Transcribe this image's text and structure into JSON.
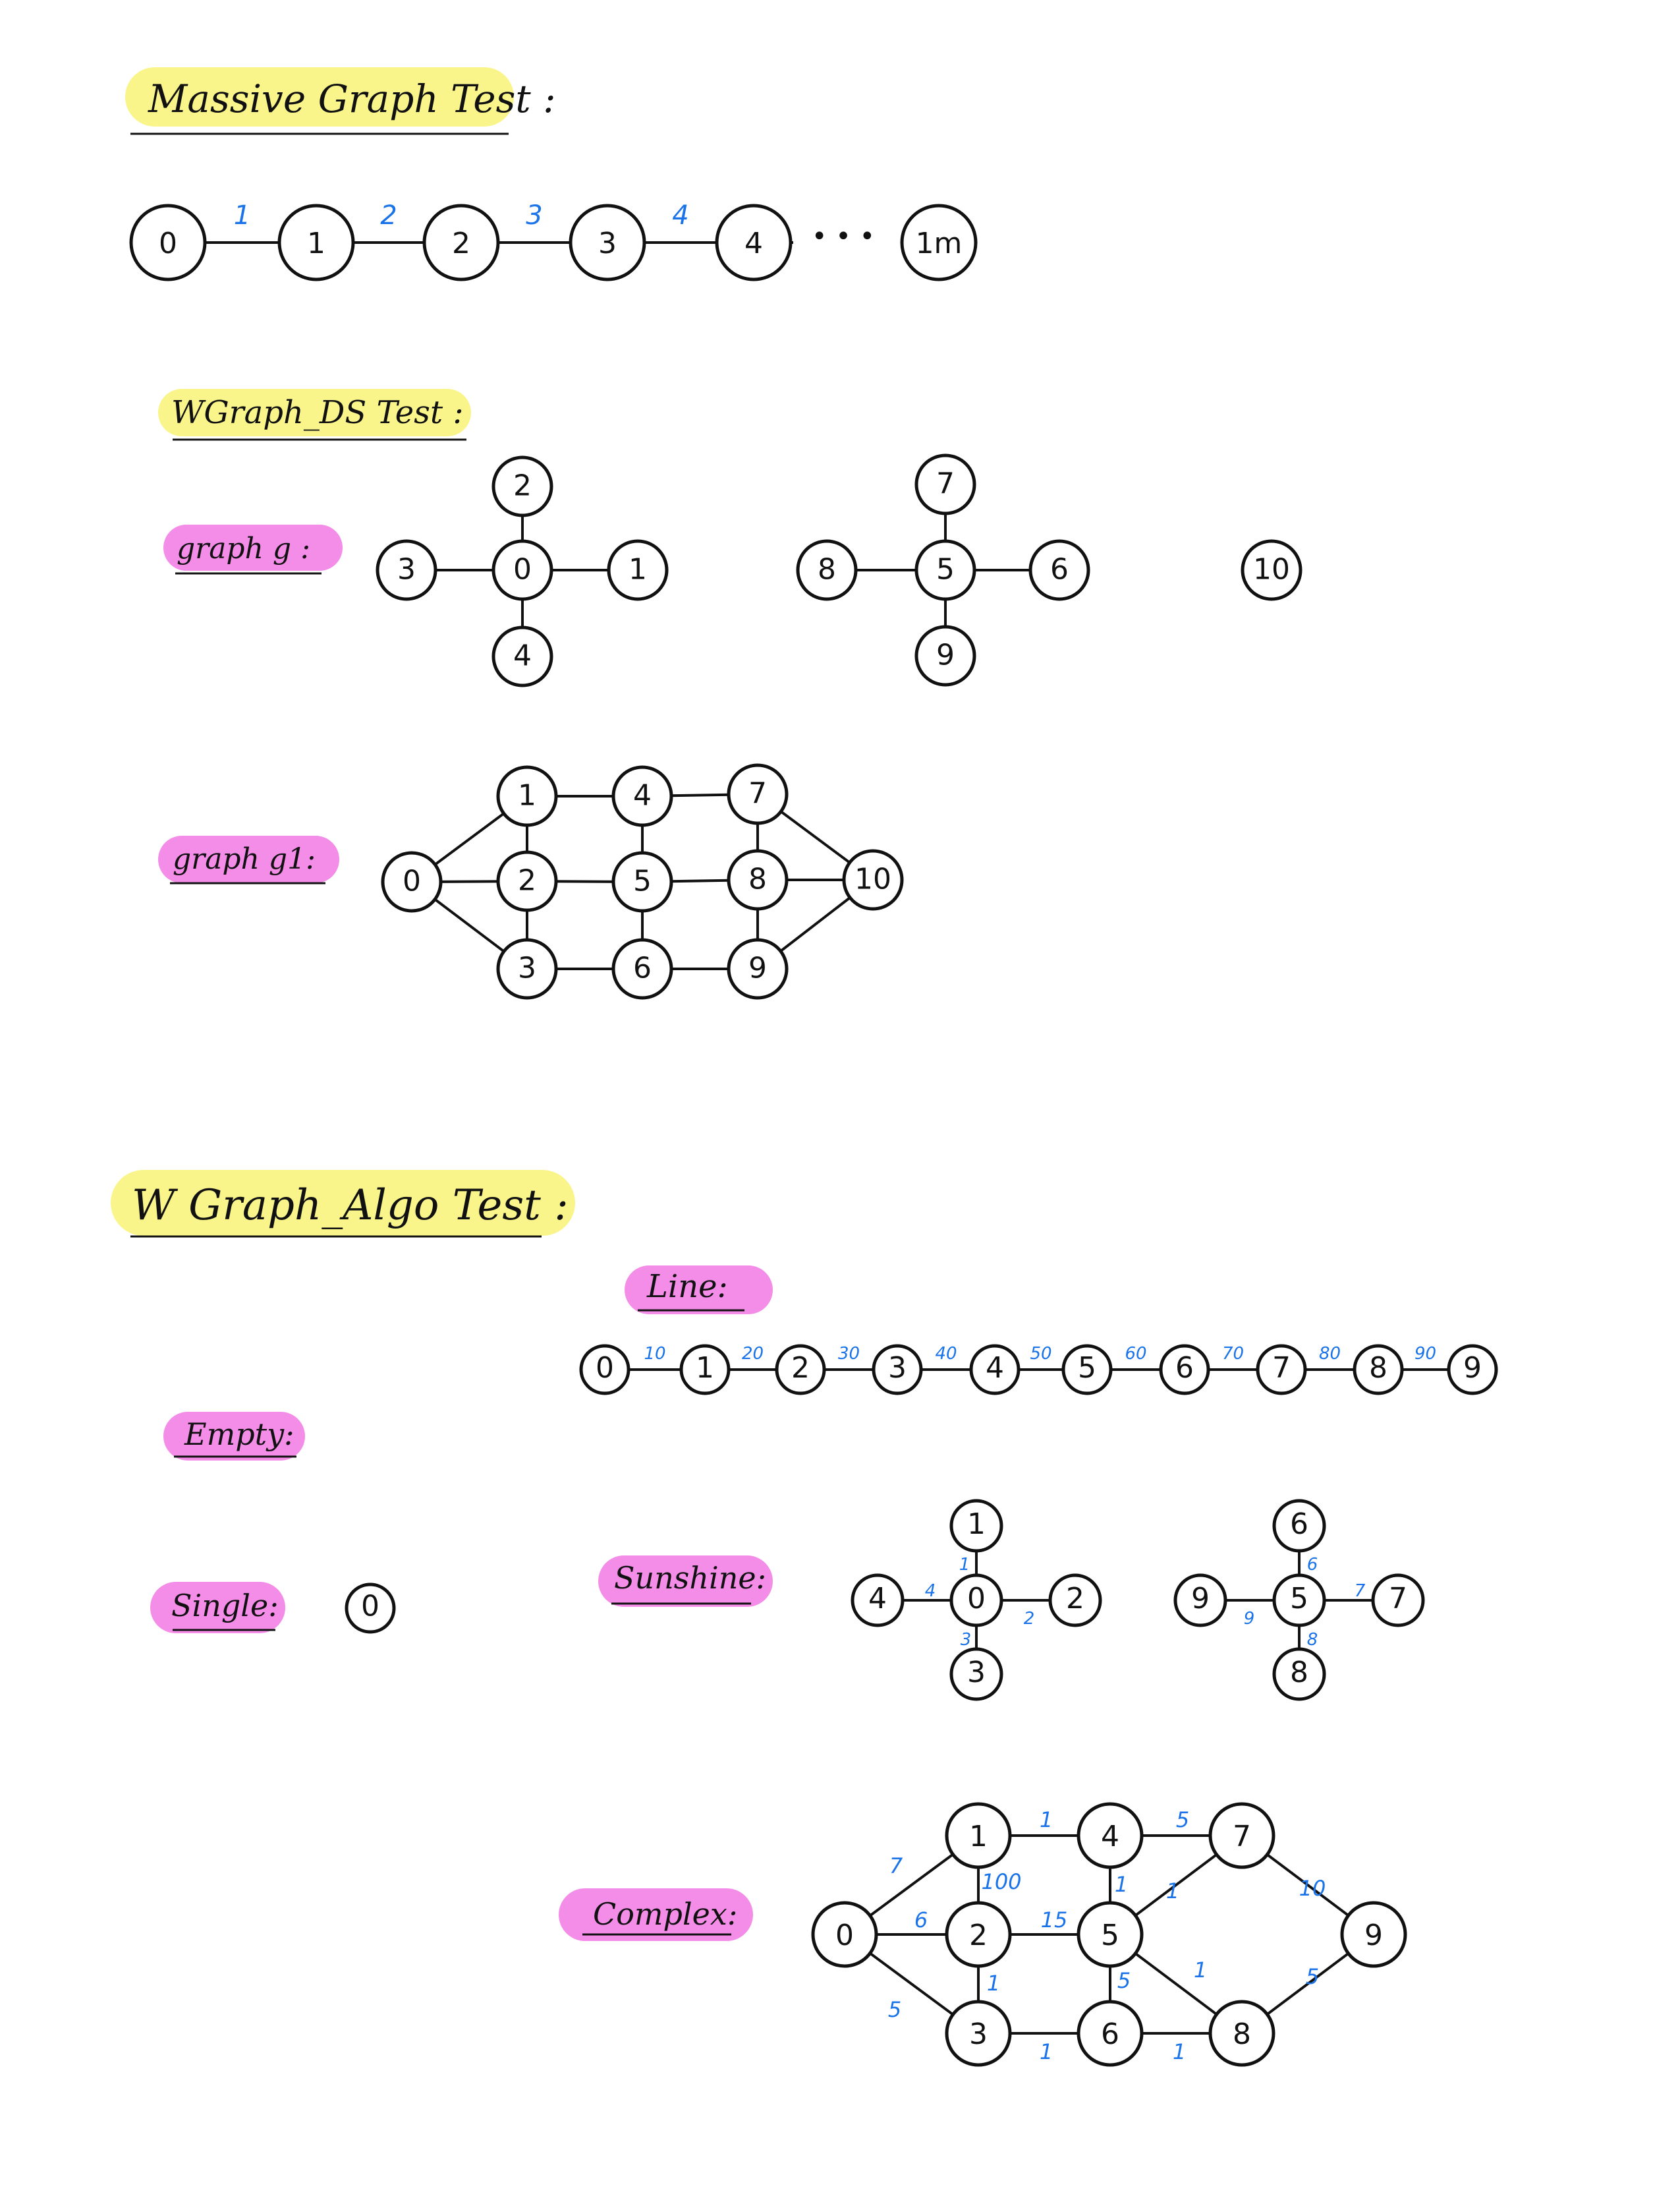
{
  "colors": {
    "highlight_yellow": "#f9f58a",
    "highlight_pink": "#f48de8",
    "ink": "#111111",
    "weight_blue": "#1a73e8"
  },
  "sections": {
    "massive": {
      "title": "Massive Graph Test :"
    },
    "wgraph_ds": {
      "title": "WGraph_DS Test :"
    },
    "wgraph_algo": {
      "title": "W Graph_Algo Test :"
    }
  },
  "labels": {
    "graph_g": "graph  g  :",
    "graph_g1": "graph  g1:",
    "line": "Line:",
    "empty": "Empty:",
    "single": "Single:",
    "sunshine": "Sunshine:",
    "complex": "Complex:"
  },
  "massive_chain": {
    "nodes": [
      "0",
      "1",
      "2",
      "3",
      "4",
      "1m"
    ],
    "weights": [
      "1",
      "2",
      "3",
      "4"
    ],
    "ellipsis": "• • •"
  },
  "graph_g": {
    "node_labels": [
      "0",
      "1",
      "2",
      "3",
      "4",
      "5",
      "6",
      "7",
      "8",
      "9",
      "10"
    ],
    "edges": [
      [
        "0",
        "1"
      ],
      [
        "0",
        "2"
      ],
      [
        "0",
        "3"
      ],
      [
        "0",
        "4"
      ],
      [
        "5",
        "6"
      ],
      [
        "5",
        "7"
      ],
      [
        "5",
        "8"
      ],
      [
        "5",
        "9"
      ]
    ]
  },
  "graph_g1": {
    "node_labels": [
      "0",
      "1",
      "2",
      "3",
      "4",
      "5",
      "6",
      "7",
      "8",
      "9",
      "10"
    ],
    "edges": [
      [
        "0",
        "1"
      ],
      [
        "0",
        "2"
      ],
      [
        "0",
        "3"
      ],
      [
        "1",
        "4"
      ],
      [
        "1",
        "2"
      ],
      [
        "2",
        "3"
      ],
      [
        "2",
        "5"
      ],
      [
        "3",
        "6"
      ],
      [
        "4",
        "7"
      ],
      [
        "4",
        "5"
      ],
      [
        "5",
        "6"
      ],
      [
        "5",
        "8"
      ],
      [
        "6",
        "9"
      ],
      [
        "7",
        "8"
      ],
      [
        "8",
        "9"
      ],
      [
        "7",
        "10"
      ],
      [
        "8",
        "10"
      ],
      [
        "9",
        "10"
      ]
    ]
  },
  "line_graph": {
    "nodes": [
      "0",
      "1",
      "2",
      "3",
      "4",
      "5",
      "6",
      "7",
      "8",
      "9"
    ],
    "weights": [
      "10",
      "20",
      "30",
      "40",
      "50",
      "60",
      "70",
      "80",
      "90"
    ]
  },
  "single_graph": {
    "nodes": [
      "0"
    ]
  },
  "sunshine_graph": {
    "node_labels": [
      "0",
      "1",
      "2",
      "3",
      "4",
      "5",
      "6",
      "7",
      "8",
      "9"
    ],
    "edges": [
      {
        "a": "0",
        "b": "1",
        "w": "1"
      },
      {
        "a": "0",
        "b": "2",
        "w": "2"
      },
      {
        "a": "0",
        "b": "3",
        "w": "3"
      },
      {
        "a": "0",
        "b": "4",
        "w": "4"
      },
      {
        "a": "5",
        "b": "6",
        "w": "6"
      },
      {
        "a": "5",
        "b": "7",
        "w": "7"
      },
      {
        "a": "5",
        "b": "8",
        "w": "8"
      },
      {
        "a": "5",
        "b": "9",
        "w": "9"
      }
    ]
  },
  "complex_graph": {
    "node_labels": [
      "0",
      "1",
      "2",
      "3",
      "4",
      "5",
      "6",
      "7",
      "8",
      "9"
    ],
    "edges": [
      {
        "a": "0",
        "b": "1",
        "w": "7"
      },
      {
        "a": "0",
        "b": "2",
        "w": "6"
      },
      {
        "a": "0",
        "b": "3",
        "w": "5"
      },
      {
        "a": "1",
        "b": "4",
        "w": "1"
      },
      {
        "a": "1",
        "b": "2",
        "w": "100"
      },
      {
        "a": "2",
        "b": "5",
        "w": "15"
      },
      {
        "a": "2",
        "b": "3",
        "w": "1"
      },
      {
        "a": "3",
        "b": "6",
        "w": "1"
      },
      {
        "a": "4",
        "b": "7",
        "w": "5"
      },
      {
        "a": "4",
        "b": "5",
        "w": "1"
      },
      {
        "a": "5",
        "b": "7",
        "w": "1"
      },
      {
        "a": "5",
        "b": "8",
        "w": "1"
      },
      {
        "a": "5",
        "b": "6",
        "w": "5"
      },
      {
        "a": "6",
        "b": "8",
        "w": "1"
      },
      {
        "a": "7",
        "b": "9",
        "w": "10"
      },
      {
        "a": "8",
        "b": "9",
        "w": "5"
      }
    ]
  }
}
